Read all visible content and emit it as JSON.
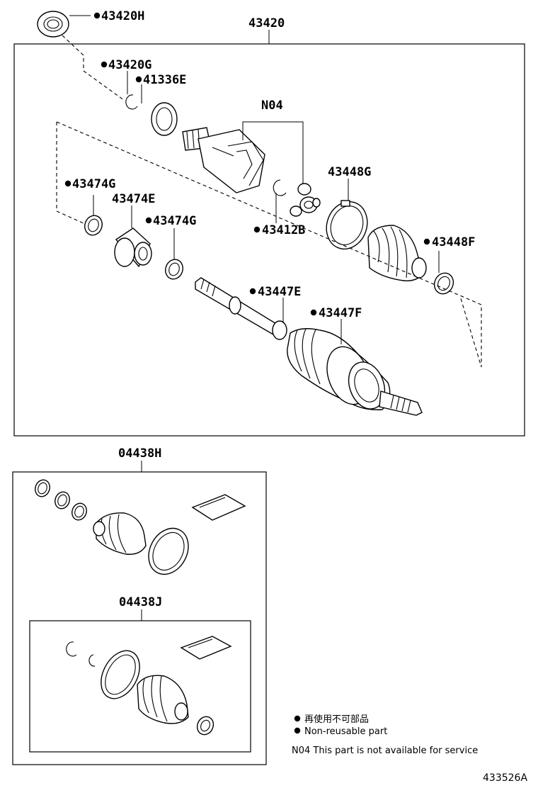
{
  "labels": {
    "p43420H": "43420H",
    "p43420": "43420",
    "p43420G": "43420G",
    "p41336E": "41336E",
    "n04": "N04",
    "p43448G": "43448G",
    "p43474G_a": "43474G",
    "p43474E": "43474E",
    "p43474G_b": "43474G",
    "p43412B": "43412B",
    "p43448F": "43448F",
    "p43447E": "43447E",
    "p43447F": "43447F",
    "p04438H": "04438H",
    "p04438J": "04438J"
  },
  "legend": {
    "jp": "再使用不可部品",
    "en": "Non-reusable part",
    "note": "N04  This part is not available for service"
  },
  "diagram_code": "433526A",
  "non_reusable_parts": [
    "43420H",
    "43420G",
    "41336E",
    "43474G",
    "43474G",
    "43412B",
    "43448F",
    "43447E",
    "43447F"
  ]
}
